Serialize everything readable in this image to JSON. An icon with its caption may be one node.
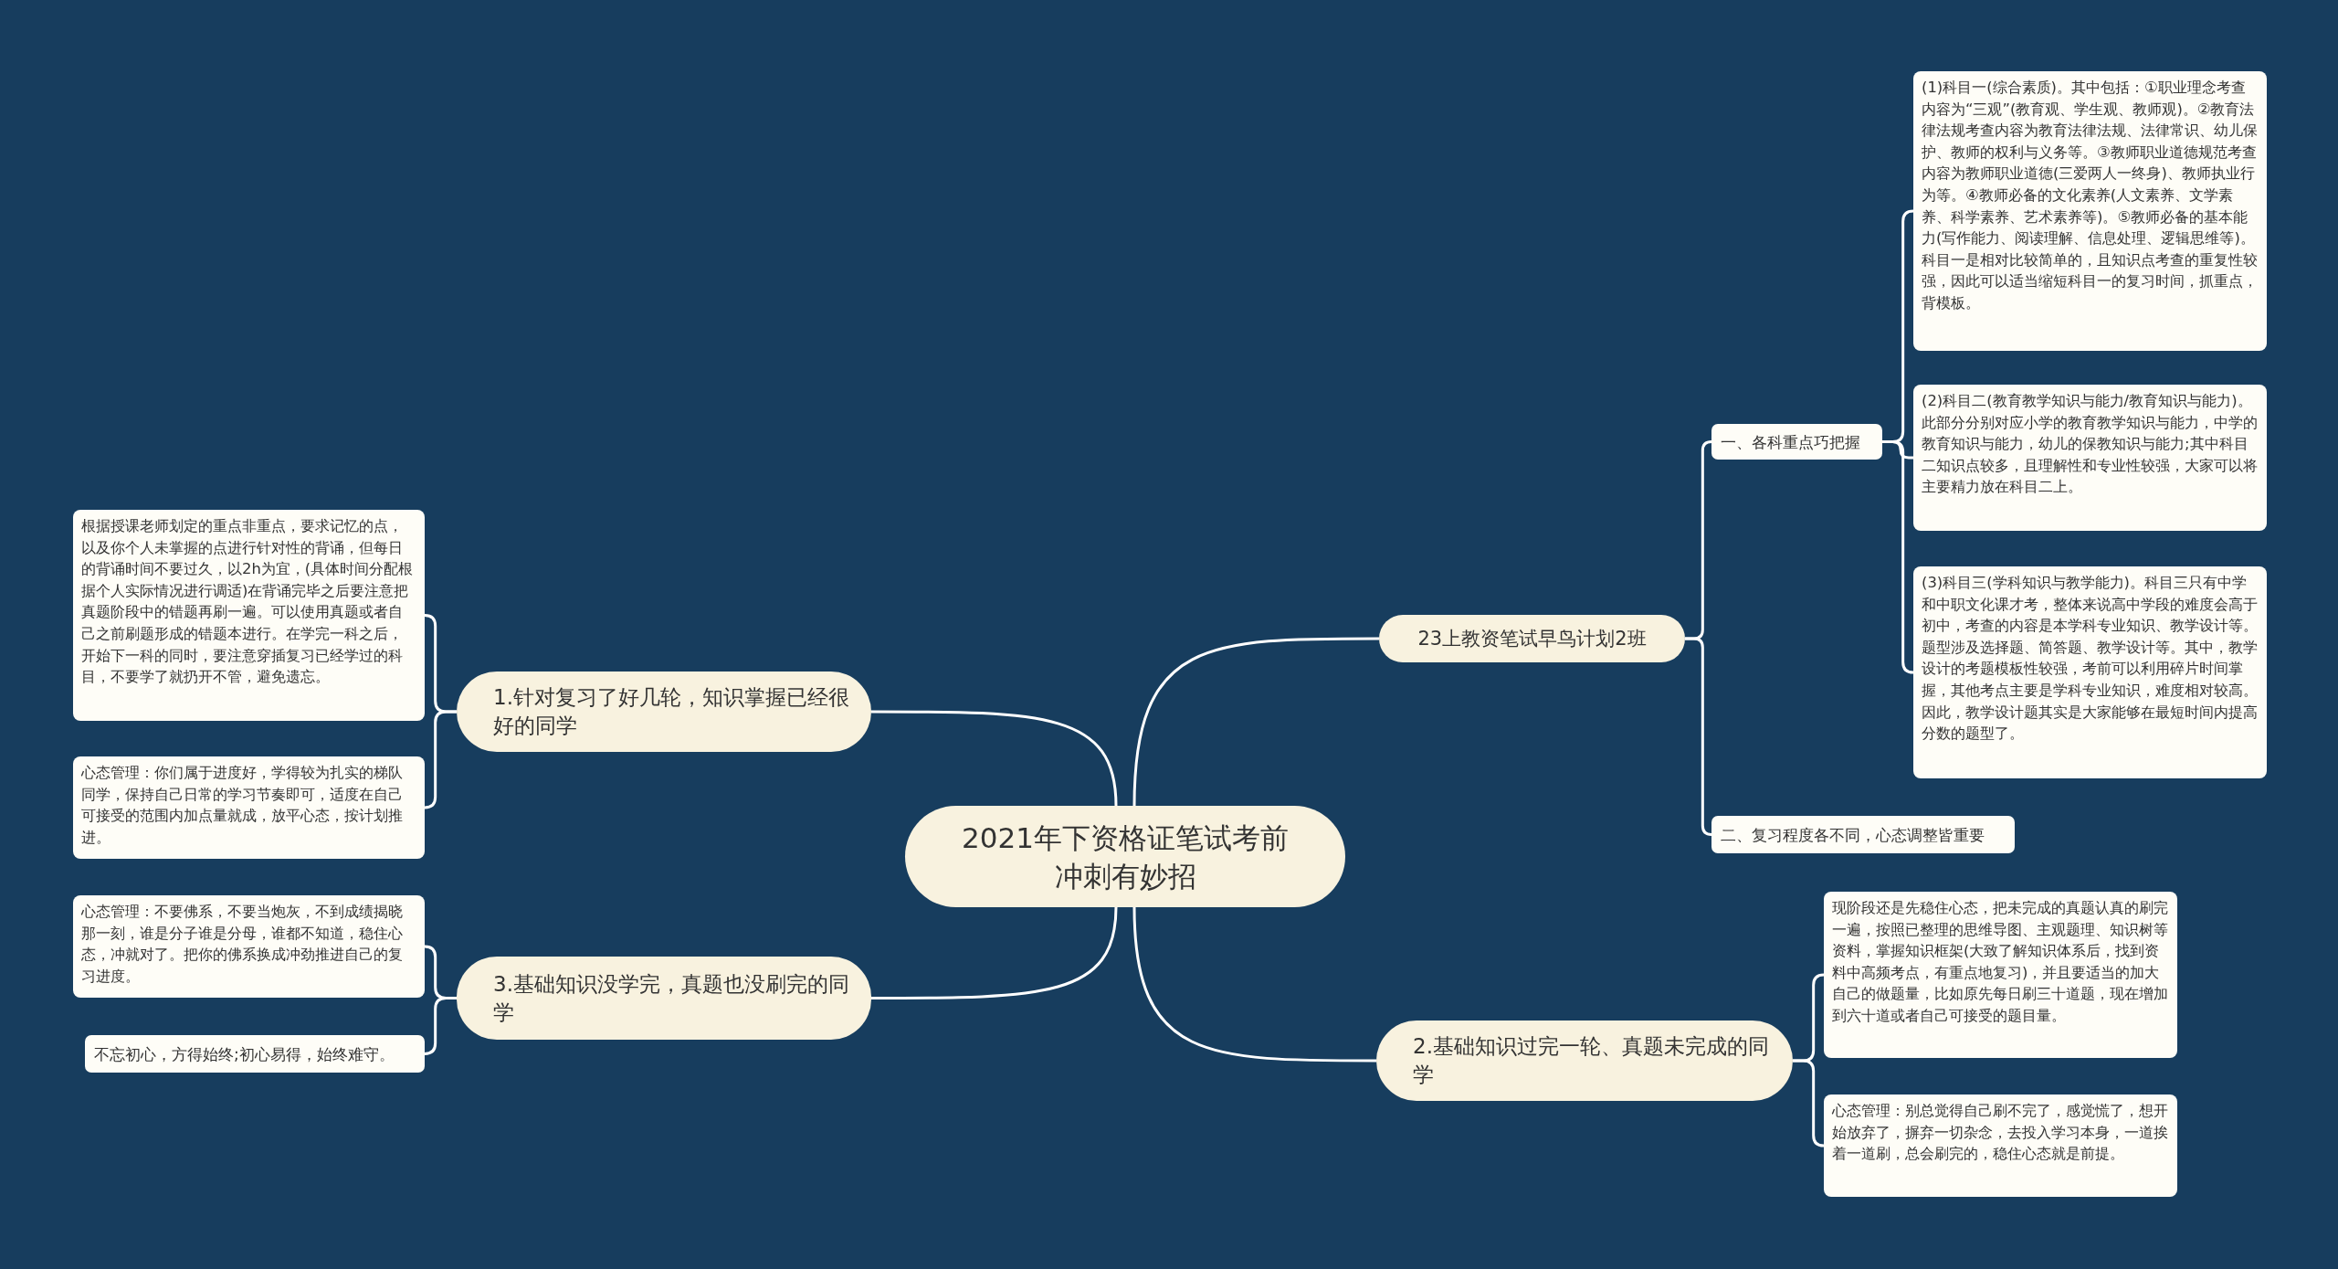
{
  "diagram": {
    "nodes": [
      {
        "text": [
          "2021年下资格证笔试考前冲刺有妙招"
        ]
      },
      {
        "text": [
          "23上教资笔试早鸟计划2班"
        ]
      },
      {
        "text": [
          "一、各科重点巧把握"
        ]
      },
      {
        "text": [
          "(1)科目一(综合素质)。其中包括：①职业理念考查内容为“三观”(教育观、学生观、教师观)。②教育法律法规考查内容为教育法律法规、法律常识、幼儿保护、教师的权利与义务等。③教师职业道德规范考查内容为教师职业道德(三爱两人一终身)、教师执业行为等。④教师必备的文化素养(人文素养、文学素养、科学素养、艺术素养等)。⑤教师必备的基本能力(写作能力、阅读理解、信息处理、逻辑思维等)。科目一是相对比较简单的，且知识点考查的重复性较强，因此可以适当缩短科目一的复习时间，抓重点，背模板。"
        ]
      },
      {
        "text": [
          "(2)科目二(教育教学知识与能力/教育知识与能力)。此部分分别对应小学的教育教学知识与能力，中学的教育知识与能力，幼儿的保教知识与能力;其中科目二知识点较多，且理解性和专业性较强，大家可以将主要精力放在科目二上。"
        ]
      },
      {
        "text": [
          "(3)科目三(学科知识与教学能力)。科目三只有中学和中职文化课才考，整体来说高中学段的难度会高于初中，考查的内容是本学科专业知识、教学设计等。题型涉及选择题、简答题、教学设计等。其中，教学设计的考题模板性较强，考前可以利用碎片时间掌握，其他考点主要是学科专业知识，难度相对较高。因此，教学设计题其实是大家能够在最短时间内提高分数的题型了。"
        ]
      },
      {
        "text": [
          "二、复习程度各不同，心态调整皆重要"
        ]
      },
      {
        "text": [
          "2.基础知识过完一轮、真题未完成的同学"
        ]
      },
      {
        "text": [
          "现阶段还是先稳住心态，把未完成的真题认真的刷完一遍，按照已整理的思维导图、主观题理、知识树等资料，掌握知识框架(大致了解知识体系后，找到资料中高频考点，有重点地复习)，并且要适当的加大自己的做题量，比如原先每日刷三十道题，现在增加到六十道或者自己可接受的题目量。"
        ]
      },
      {
        "text": [
          "心态管理：别总觉得自己刷不完了，感觉慌了，想开始放弃了，摒弃一切杂念，去投入学习本身，一道挨着一道刷，总会刷完的，稳住心态就是前提。"
        ]
      },
      {
        "text": [
          "1.针对复习了好几轮，知识掌握已经很好的同学"
        ]
      },
      {
        "text": [
          "根据授课老师划定的重点非重点，要求记忆的点，以及你个人未掌握的点进行针对性的背诵，但每日的背诵时间不要过久，以2h为宜，(具体时间分配根据个人实际情况进行调适)在背诵完毕之后要注意把真题阶段中的错题再刷一遍。可以使用真题或者自己之前刷题形成的错题本进行。在学完一科之后，开始下一科的同时，要注意穿插复习已经学过的科目，不要学了就扔开不管，避免遗忘。"
        ]
      },
      {
        "text": [
          "心态管理：你们属于进度好，学得较为扎实的梯队同学，保持自己日常的学习节奏即可，适度在自己可接受的范围内加点量就成，放平心态，按计划推进。"
        ]
      },
      {
        "text": [
          "3.基础知识没学完，真题也没刷完的同学"
        ]
      },
      {
        "text": [
          "心态管理：不要佛系，不要当炮灰，不到成绩揭晓那一刻，谁是分子谁是分母，谁都不知道，稳住心态，冲就对了。把你的佛系换成冲劲推进自己的复习进度。"
        ]
      },
      {
        "text": [
          "不忘初心，方得始终;初心易得，始终难守。"
        ]
      }
    ],
    "edges": [
      {
        "from": 0,
        "to": 1,
        "arrow": "none"
      },
      {
        "from": 1,
        "to": 2,
        "arrow": "none"
      },
      {
        "from": 2,
        "to": 3,
        "arrow": "none"
      },
      {
        "from": 2,
        "to": 4,
        "arrow": "none"
      },
      {
        "from": 2,
        "to": 5,
        "arrow": "none"
      },
      {
        "from": 1,
        "to": 6,
        "arrow": "none"
      },
      {
        "from": 0,
        "to": 7,
        "arrow": "none"
      },
      {
        "from": 7,
        "to": 8,
        "arrow": "none"
      },
      {
        "from": 7,
        "to": 9,
        "arrow": "none"
      },
      {
        "from": 0,
        "to": 10,
        "arrow": "none"
      },
      {
        "from": 10,
        "to": 11,
        "arrow": "none"
      },
      {
        "from": 10,
        "to": 12,
        "arrow": "none"
      },
      {
        "from": 0,
        "to": 13,
        "arrow": "none"
      },
      {
        "from": 13,
        "to": 14,
        "arrow": "none"
      },
      {
        "from": 13,
        "to": 15,
        "arrow": "none"
      }
    ]
  }
}
